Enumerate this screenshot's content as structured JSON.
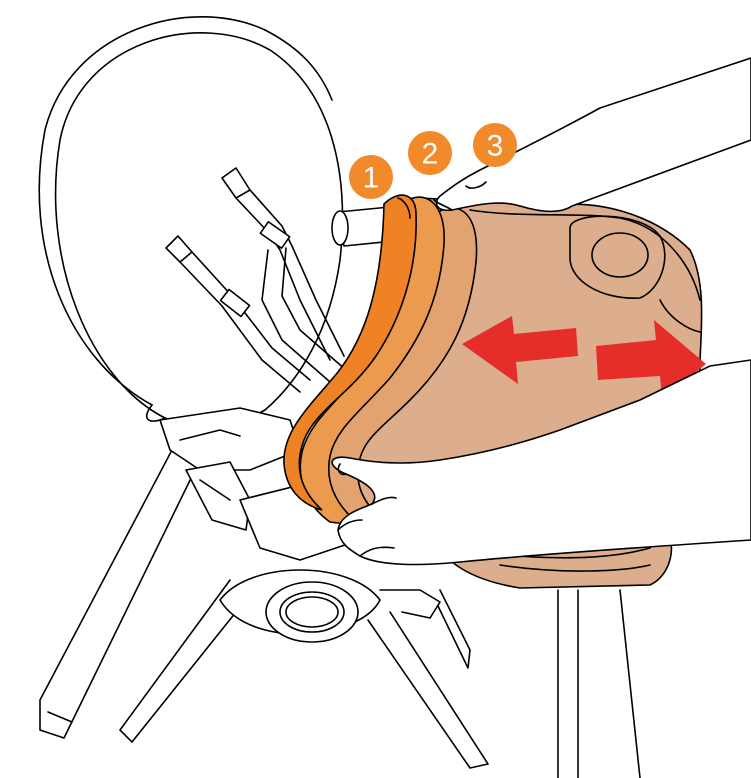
{
  "steps": [
    {
      "label": "1"
    },
    {
      "label": "2"
    },
    {
      "label": "3"
    }
  ],
  "colors": {
    "step_badge": "#f08a2a",
    "tray_layer_1": "#ee8224",
    "tray_layer_2": "#f0a05b",
    "tray_layer_3": "#e9b48c",
    "tray_main": "#dcae8e",
    "arrow": "#e52d2a",
    "outline": "#000000",
    "background": "#ffffff"
  },
  "icons": {
    "arrows": "double-headed-horizontal-arrow-icon",
    "hands": "hand-icon"
  }
}
